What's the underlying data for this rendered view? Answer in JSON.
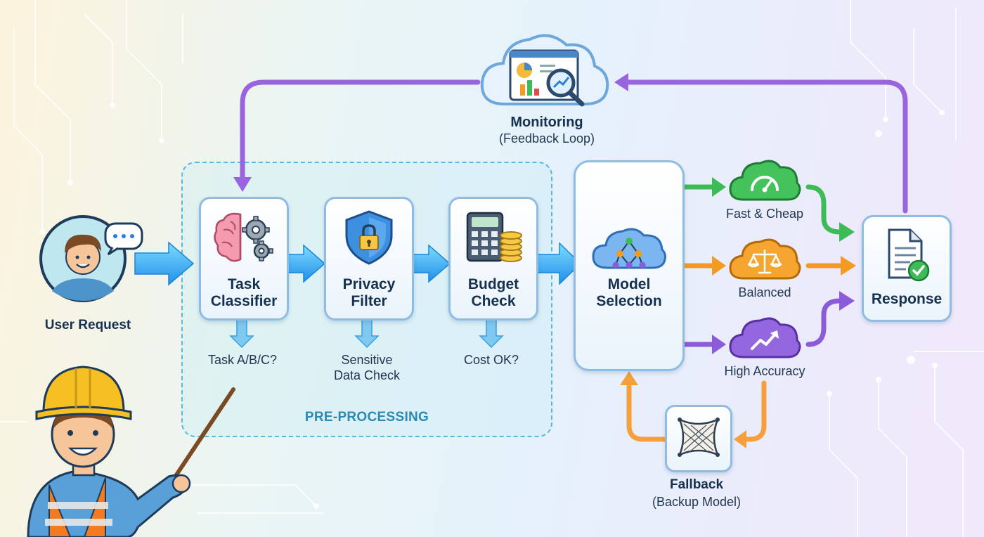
{
  "monitoring": {
    "title": "Monitoring",
    "subtitle": "(Feedback Loop)",
    "icon": "dashboard-magnifier-icon"
  },
  "user": {
    "label": "User Request",
    "icon": "user-avatar-icon"
  },
  "pre_processing": {
    "group_title": "PRE-PROCESSING",
    "steps": [
      {
        "title": "Task\nClassifier",
        "output": "Task A/B/C?",
        "icon": "brain-gears-icon"
      },
      {
        "title": "Privacy\nFilter",
        "output": "Sensitive\nData Check",
        "icon": "shield-lock-icon"
      },
      {
        "title": "Budget\nCheck",
        "output": "Cost OK?",
        "icon": "calculator-coins-icon"
      }
    ]
  },
  "model_selection": {
    "title": "Model\nSelection",
    "icon": "cloud-network-icon"
  },
  "models": [
    {
      "label": "Fast & Cheap",
      "icon": "speedometer-icon",
      "color": "#3dbb57"
    },
    {
      "label": "Balanced",
      "icon": "scales-icon",
      "color": "#f39a22"
    },
    {
      "label": "High Accuracy",
      "icon": "trend-up-icon",
      "color": "#8b5bd9"
    }
  ],
  "response": {
    "title": "Response",
    "icon": "document-check-icon"
  },
  "fallback": {
    "title": "Fallback",
    "subtitle": "(Backup Model)",
    "icon": "safety-net-icon"
  },
  "colors": {
    "flow_blue": "#2aa3ee",
    "feedback_purple": "#9a63e0",
    "fallback_orange": "#f5a03a",
    "box_border": "#8fbce3"
  }
}
